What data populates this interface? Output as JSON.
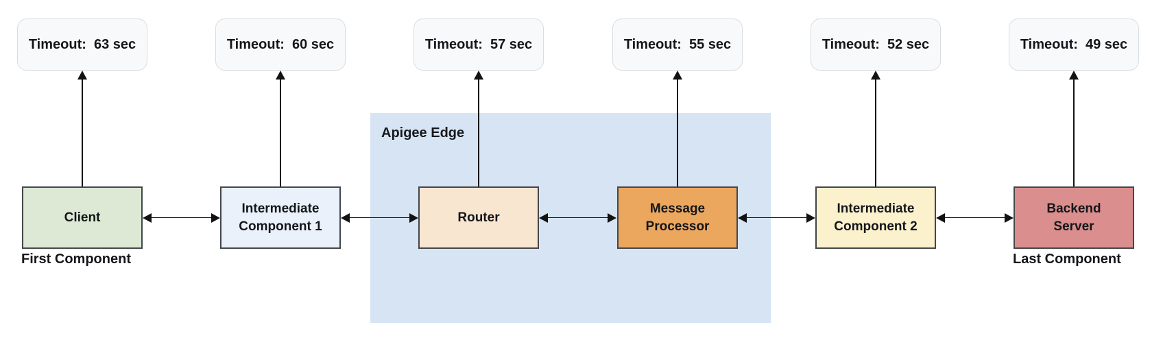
{
  "diagram": {
    "title_note": "Timeout chain diagram",
    "apigee_group": {
      "label": "Apigee Edge",
      "fill": "#d6e4f3"
    },
    "captions": {
      "first": "First Component",
      "last": "Last Component"
    },
    "nodes": [
      {
        "id": "client",
        "label": "Client",
        "timeout": "Timeout:  63 sec",
        "fill": "#dde9d5"
      },
      {
        "id": "intermediate-component-1",
        "label": "Intermediate\nComponent 1",
        "timeout": "Timeout:  60 sec",
        "fill": "#eaf1fa"
      },
      {
        "id": "router",
        "label": "Router",
        "timeout": "Timeout:  57 sec",
        "fill": "#f9e6d1"
      },
      {
        "id": "message-processor",
        "label": "Message\nProcessor",
        "timeout": "Timeout:  55 sec",
        "fill": "#eca75f"
      },
      {
        "id": "intermediate-component-2",
        "label": "Intermediate\nComponent 2",
        "timeout": "Timeout:  52 sec",
        "fill": "#fbf1cd"
      },
      {
        "id": "backend-server",
        "label": "Backend\nServer",
        "timeout": "Timeout:  49 sec",
        "fill": "#da8e8d"
      }
    ],
    "colors": {
      "timeout_fill": "#f8f9fa",
      "timeout_border": "#d9dce1",
      "node_border": "#43464a",
      "arrow": "#121212",
      "apigee_fill": "#d6e4f3"
    }
  }
}
